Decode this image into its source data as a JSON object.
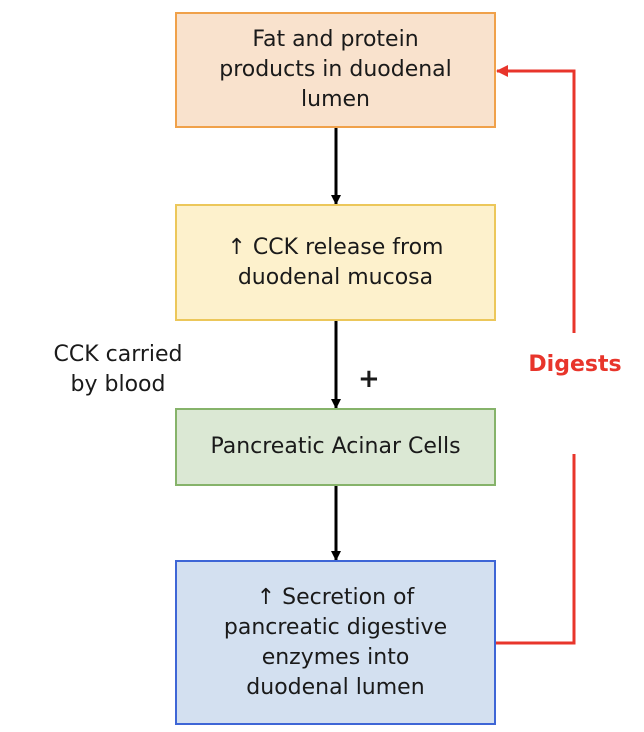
{
  "colors": {
    "box1_fill": "#f9e2cd",
    "box1_border": "#f0a14a",
    "box2_fill": "#fdf1cc",
    "box2_border": "#ecc75a",
    "box3_fill": "#dbe8d4",
    "box3_border": "#86b36a",
    "box4_fill": "#d3e0f0",
    "box4_border": "#3e66d6",
    "arrow": "#000000",
    "feedback": "#e8352b"
  },
  "nodes": [
    {
      "id": "fat-protein",
      "text": "Fat and protein\nproducts in duodenal\nlumen"
    },
    {
      "id": "cck-release",
      "text": "↑ CCK release from\nduodenal mucosa"
    },
    {
      "id": "acinar-cells",
      "text": "Pancreatic Acinar Cells"
    },
    {
      "id": "enzyme-secretion",
      "text": "↑ Secretion of\npancreatic digestive\nenzymes into\nduodenal lumen"
    }
  ],
  "edges": [
    {
      "from": "fat-protein",
      "to": "cck-release",
      "label": ""
    },
    {
      "from": "cck-release",
      "to": "acinar-cells",
      "label": "+"
    },
    {
      "from": "acinar-cells",
      "to": "enzyme-secretion",
      "label": ""
    },
    {
      "from": "enzyme-secretion",
      "to": "fat-protein",
      "label": "Digests"
    }
  ],
  "annotations": {
    "blood_transport": "CCK carried\nby blood",
    "stimulation": "+",
    "feedback_label": "Digests"
  }
}
